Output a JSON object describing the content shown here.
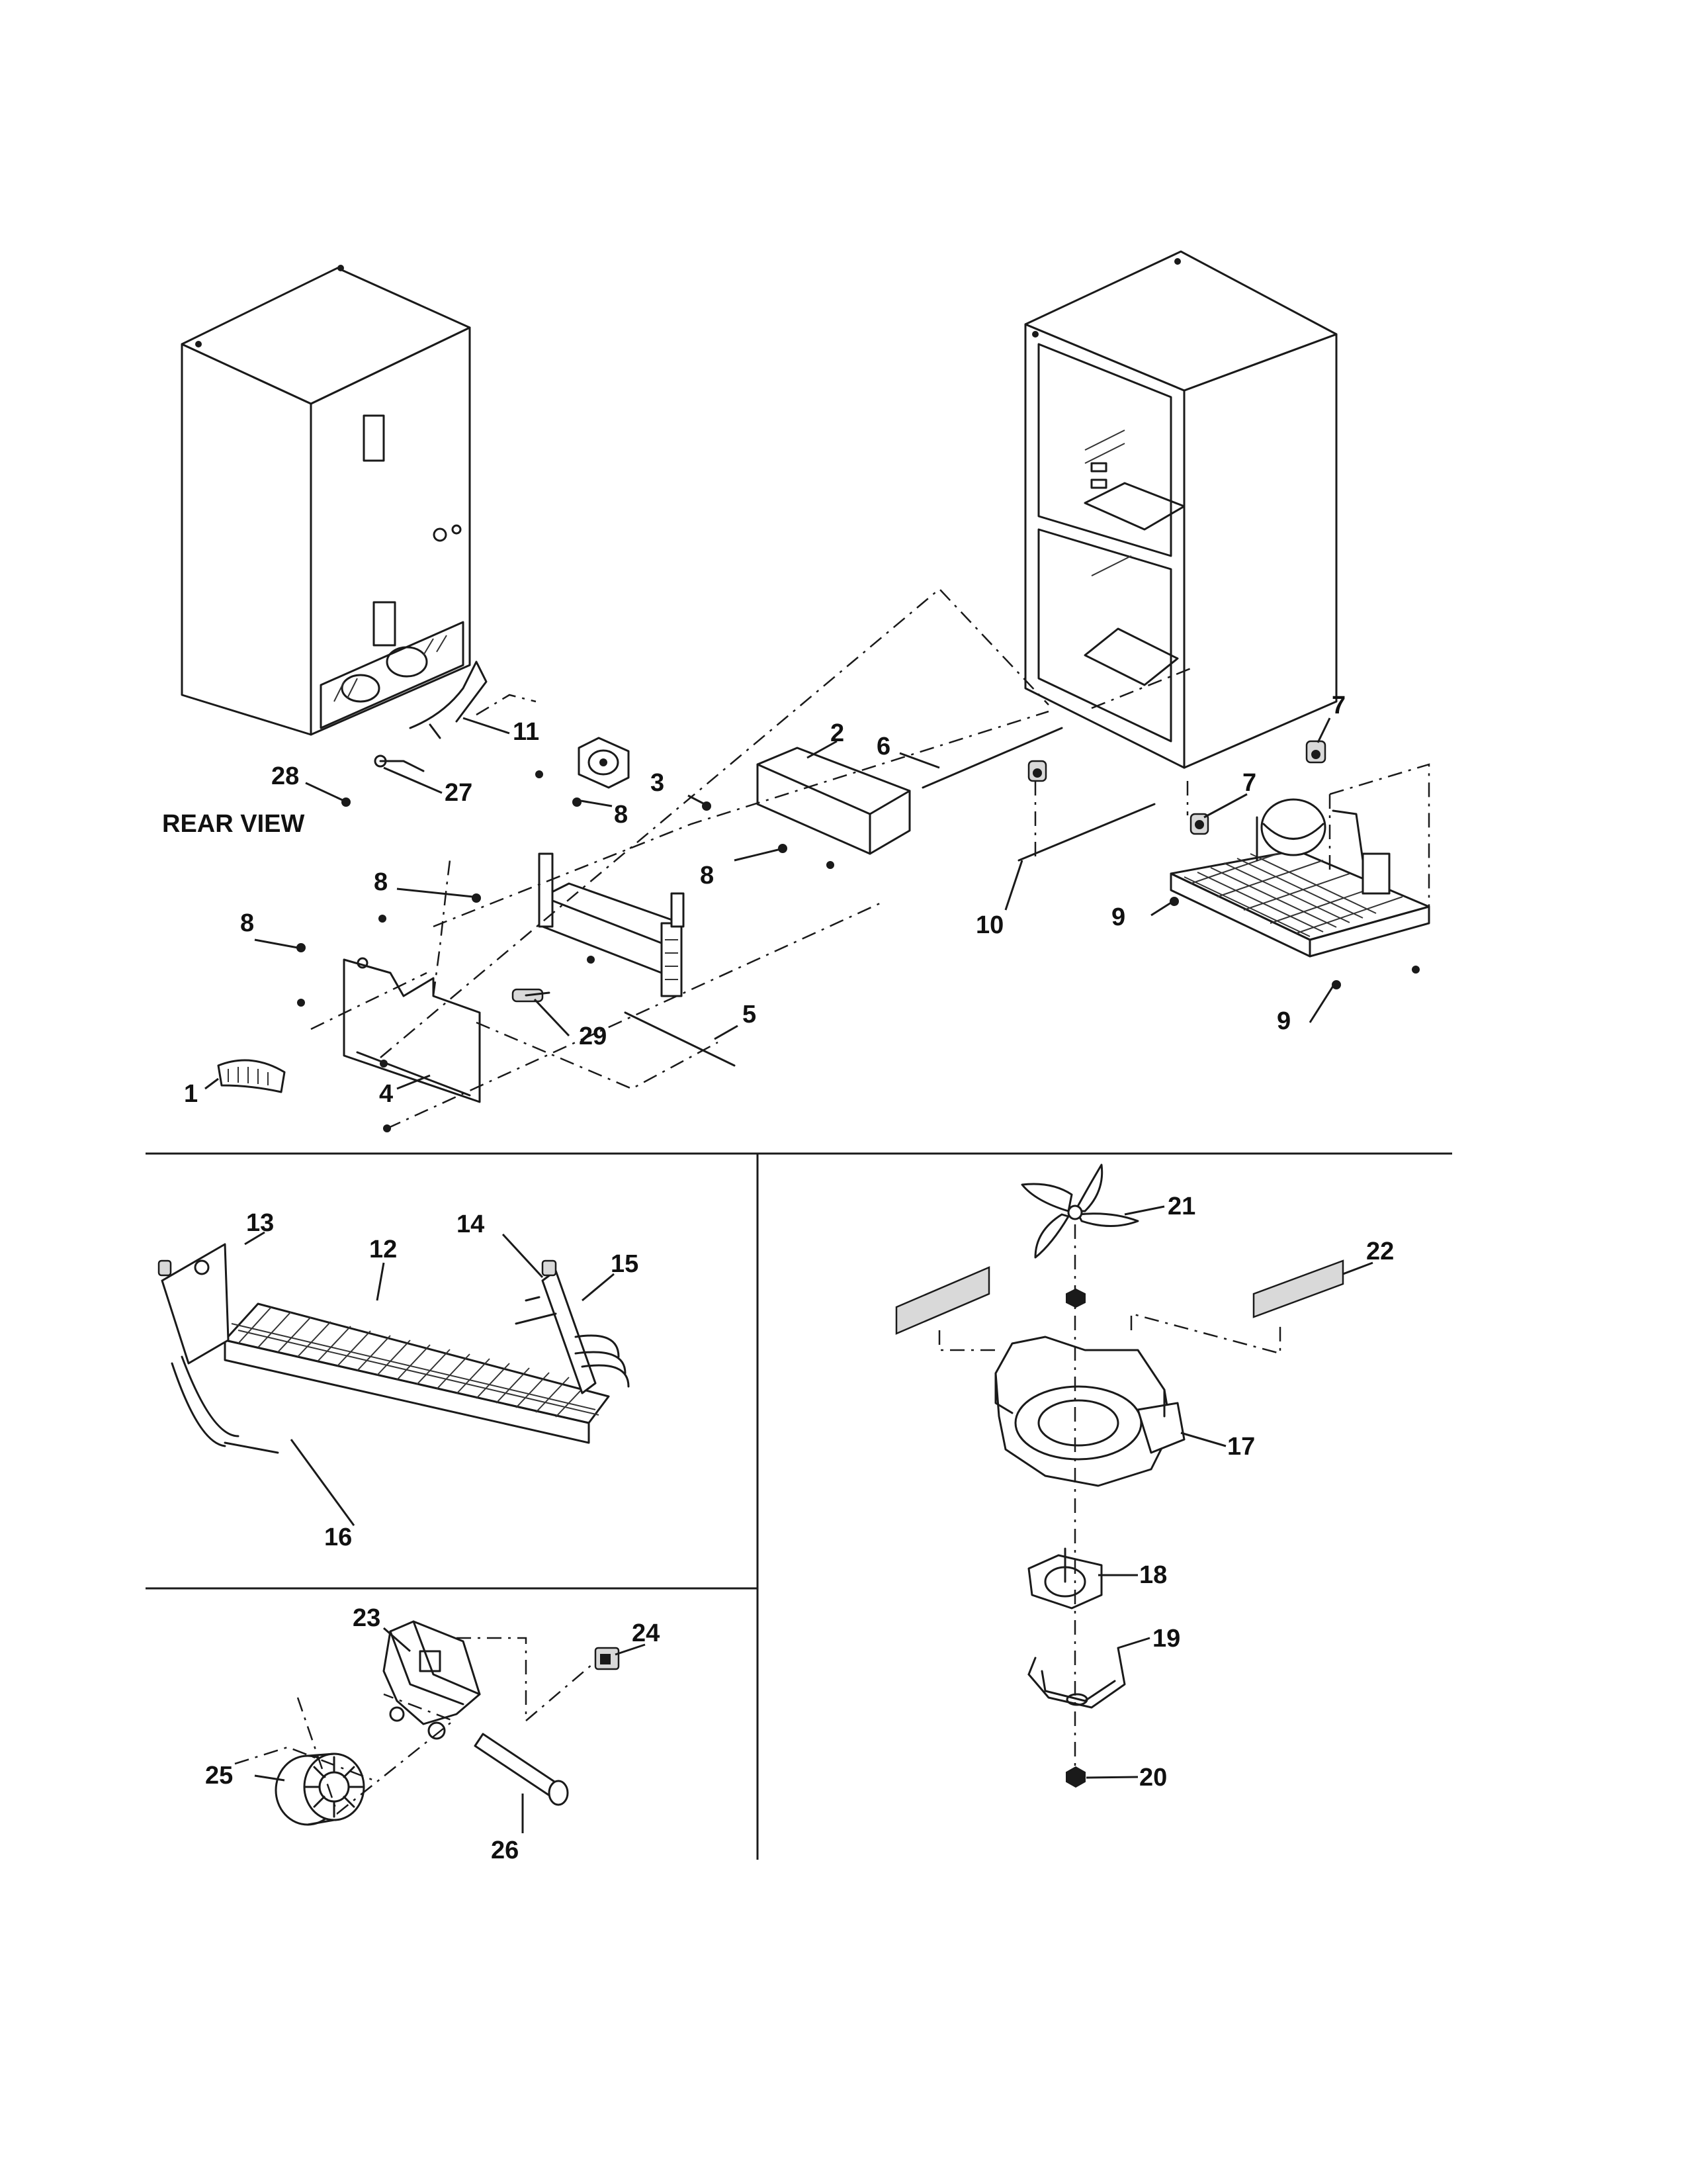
{
  "title": "REAR VIEW",
  "callouts": {
    "c1": "1",
    "c2": "2",
    "c3": "3",
    "c4": "4",
    "c5": "5",
    "c6": "6",
    "c7a": "7",
    "c7b": "7",
    "c8a": "8",
    "c8b": "8",
    "c8c": "8",
    "c8d": "8",
    "c9a": "9",
    "c9b": "9",
    "c10": "10",
    "c11": "11",
    "c12": "12",
    "c13": "13",
    "c14": "14",
    "c15": "15",
    "c16": "16",
    "c17": "17",
    "c18": "18",
    "c19": "19",
    "c20": "20",
    "c21": "21",
    "c22": "22",
    "c23": "23",
    "c24": "24",
    "c25": "25",
    "c26": "26",
    "c27": "27",
    "c28": "28",
    "c29": "29"
  }
}
